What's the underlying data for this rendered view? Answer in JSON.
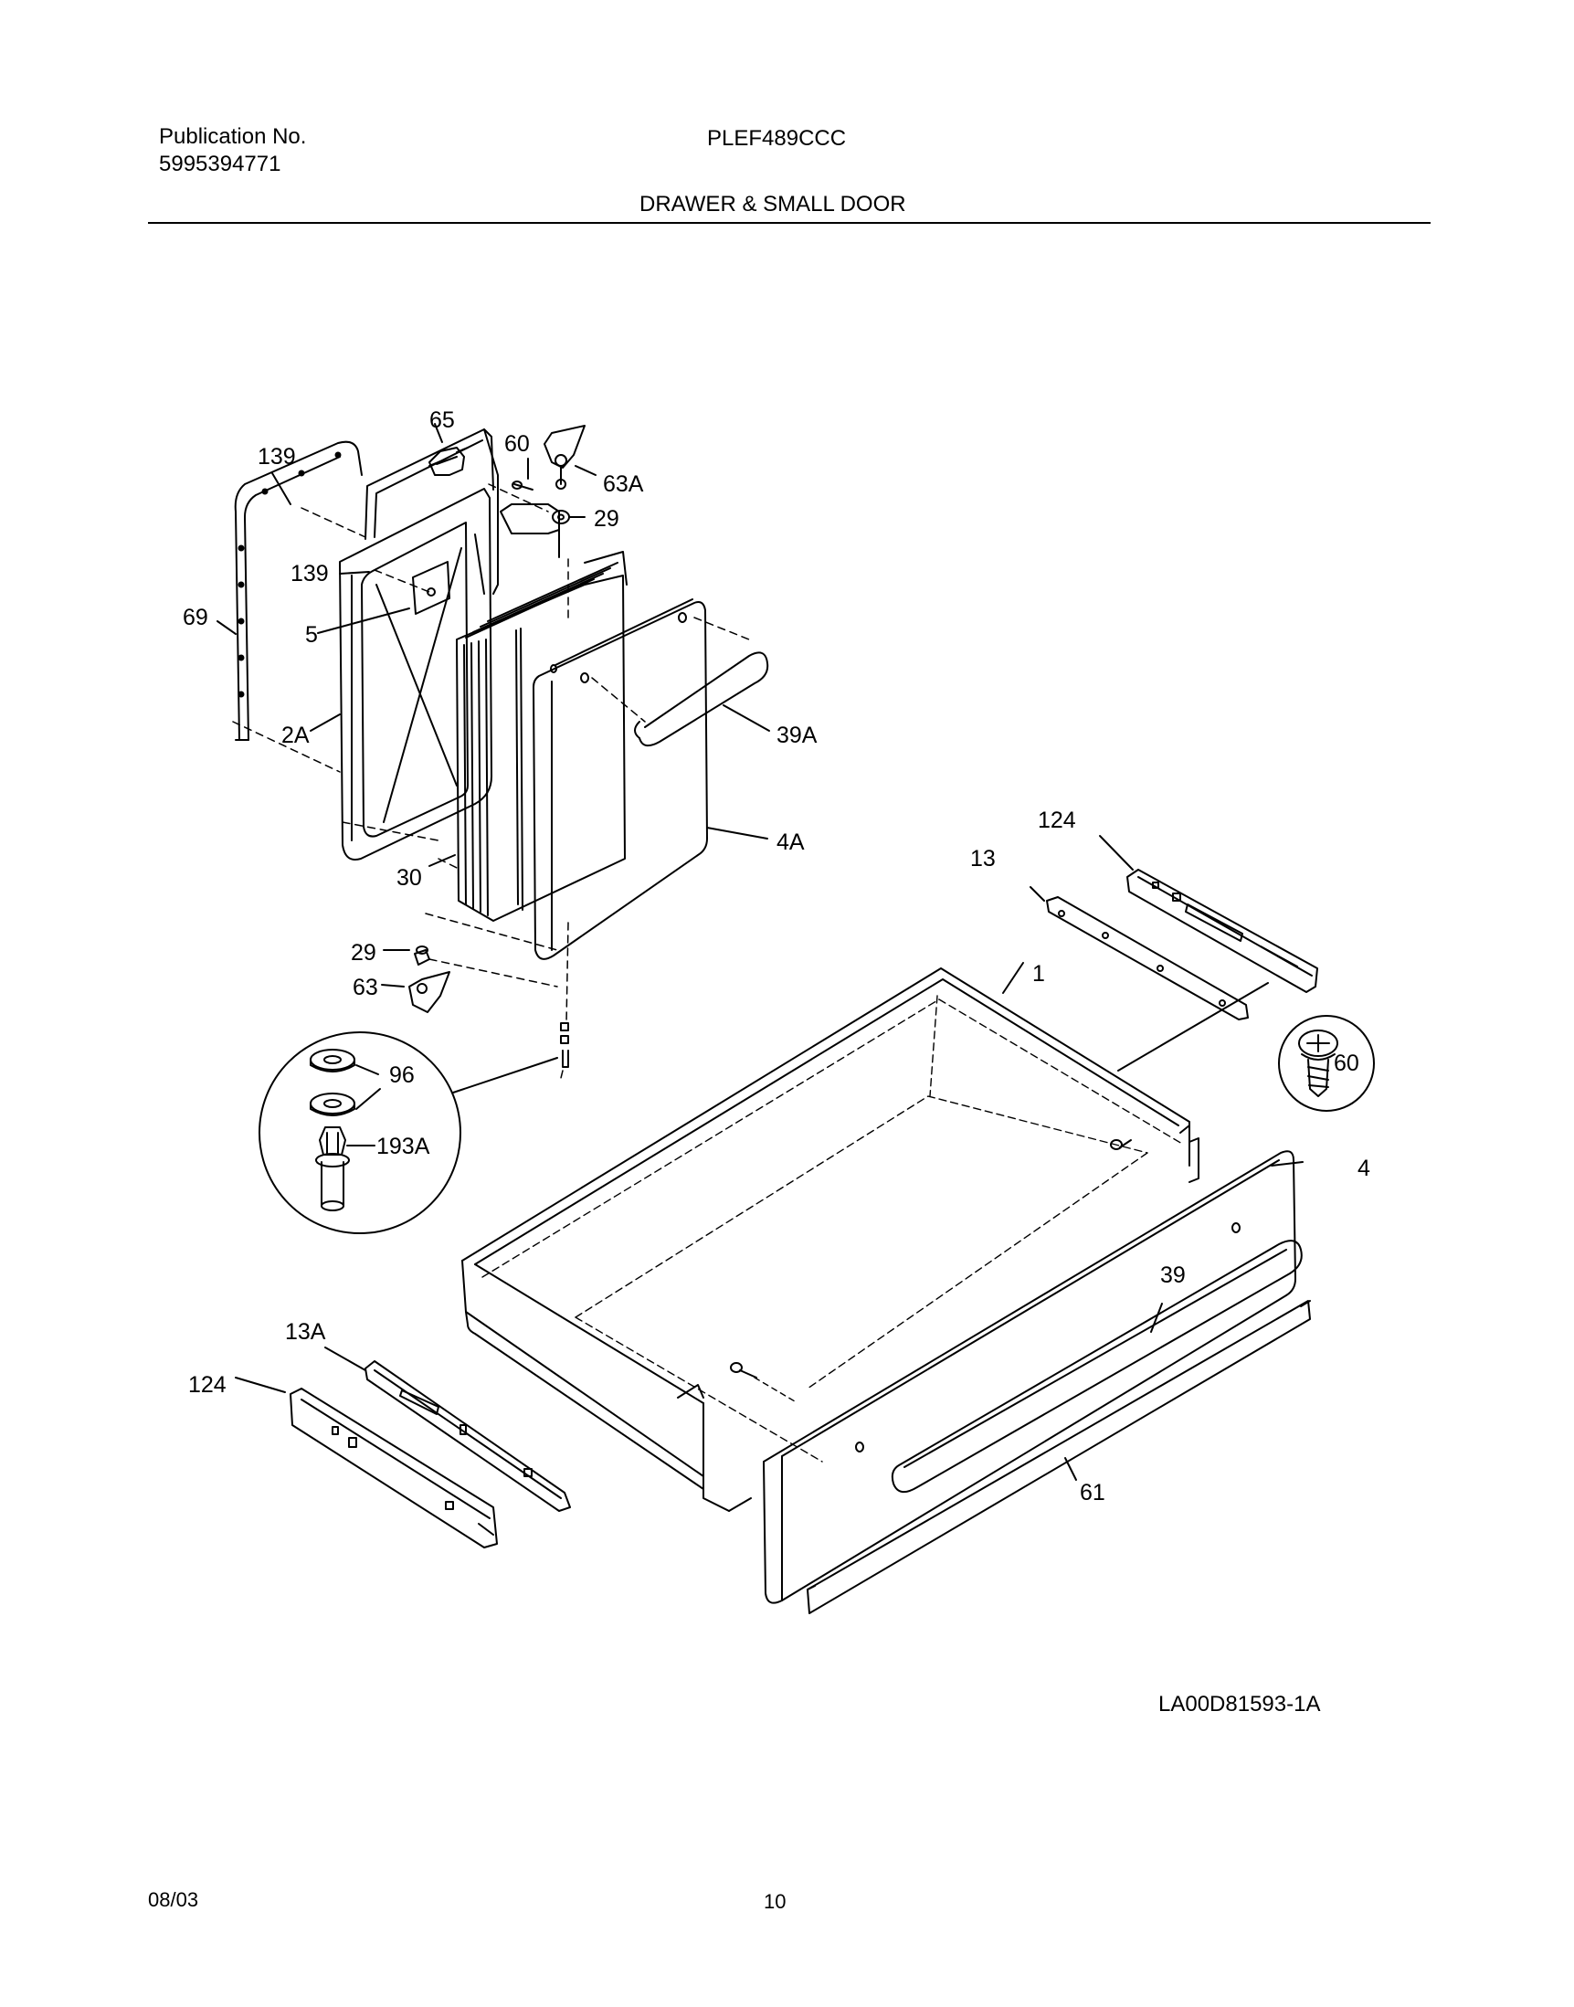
{
  "header": {
    "publication_label": "Publication No.",
    "publication_number": "5995394771",
    "model": "PLEF489CCC",
    "section_title": "DRAWER & SMALL DOOR"
  },
  "callouts": {
    "c139_top": "139",
    "c65": "65",
    "c60_top": "60",
    "c63A": "63A",
    "c29_top": "29",
    "c139_mid": "139",
    "c5": "5",
    "c69": "69",
    "c2A": "2A",
    "c39A": "39A",
    "c4A": "4A",
    "c30": "30",
    "c29_low": "29",
    "c63": "63",
    "c96": "96",
    "c193A": "193A",
    "c124_top": "124",
    "c13": "13",
    "c1": "1",
    "c60_right": "60",
    "c4": "4",
    "c39": "39",
    "c13A": "13A",
    "c124_bottom": "124",
    "c61": "61"
  },
  "footer": {
    "figure_code": "LA00D81593-1A",
    "date": "08/03",
    "page_number": "10"
  }
}
